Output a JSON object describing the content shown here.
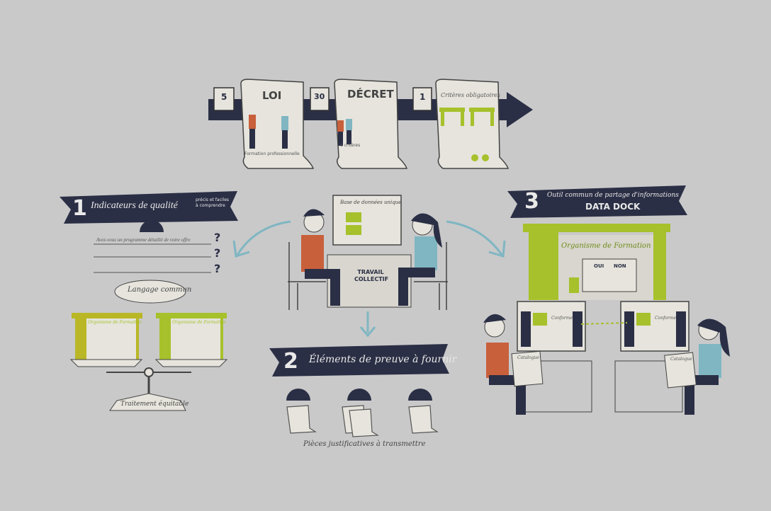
{
  "colors": {
    "background": "#c9c9ca",
    "navy": "#2b2f45",
    "lime": "#a6c12b",
    "orange": "#c8603c",
    "teal": "#7fb6c2",
    "paper": "#e6e4dc"
  },
  "timeline": {
    "steps": [
      {
        "date": "5",
        "title": "LOI",
        "caption": "Formation professionnelle"
      },
      {
        "date": "30",
        "title": "DÉCRET",
        "caption": "6 critères"
      },
      {
        "date": "1",
        "title": "Critères obligatoires",
        "caption": ""
      }
    ]
  },
  "section1": {
    "number": "1",
    "title": "Indicateurs de qualité",
    "subtitle": "précis et faciles à comprendre",
    "question": "Avez-vous un programme détaillé de votre offre",
    "question_mark": "?",
    "bubble": "Langage commun",
    "org_label": "Organisme de Formation",
    "scale_label": "Traitement équitable"
  },
  "center": {
    "screen_title": "Base de données unique",
    "desk_label": "TRAVAIL COLLECTIF"
  },
  "section2": {
    "number": "2",
    "title": "Éléments de preuve à fournir",
    "caption": "Pièces justificatives à transmettre"
  },
  "section3": {
    "number": "3",
    "title": "Outil commun de partage d'informations",
    "subtitle": "DATA DOCK",
    "org_label": "Organisme de Formation",
    "yes": "OUI",
    "no": "NON",
    "conforme": "Conforme",
    "catalogue": "Catalogue"
  }
}
